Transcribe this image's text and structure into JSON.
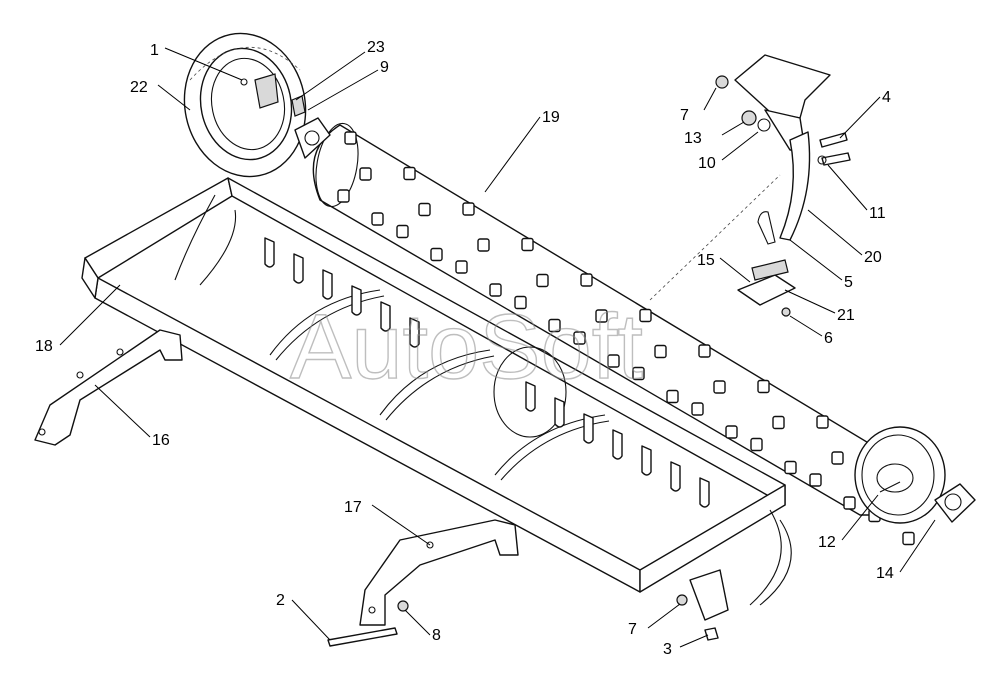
{
  "watermark": "AutoSoft",
  "callouts": {
    "c1": "1",
    "c2": "2",
    "c3": "3",
    "c4": "4",
    "c5": "5",
    "c6": "6",
    "c7a": "7",
    "c7b": "7",
    "c8": "8",
    "c9": "9",
    "c10": "10",
    "c11": "11",
    "c12": "12",
    "c13": "13",
    "c14": "14",
    "c15": "15",
    "c16": "16",
    "c17": "17",
    "c18": "18",
    "c19": "19",
    "c20": "20",
    "c21": "21",
    "c22": "22",
    "c23": "23"
  }
}
